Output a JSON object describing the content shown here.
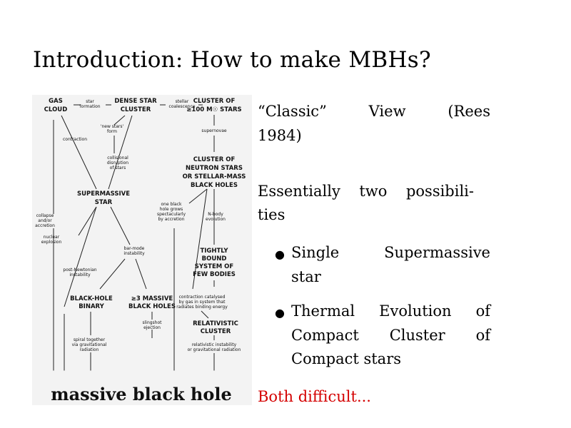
{
  "slide": {
    "title": "Introduction: How to make MBHs?",
    "right": {
      "para1": [
        "“Classic”  View  (Rees",
        "1984)"
      ],
      "para2": [
        "Essentially two possibili-",
        "ties"
      ],
      "bullets": [
        {
          "lines": [
            "Single  Supermassive",
            "star"
          ]
        },
        {
          "lines": [
            "Thermal Evolution of",
            "Compact  Cluster  of",
            "Compact stars"
          ]
        }
      ],
      "conclusion": "Both difficult...",
      "conclusion_color": "#d40000"
    },
    "diagram": {
      "gas_cloud": [
        "GAS",
        "CLOUD"
      ],
      "star_formation": [
        "star",
        "formation"
      ],
      "dense_cluster": [
        "DENSE STAR",
        "CLUSTER"
      ],
      "stellar_coalescence": [
        "stellar",
        "coalescence"
      ],
      "cluster_100": [
        "CLUSTER OF",
        "≥100 M☉ STARS"
      ],
      "supernovae": "supernovae",
      "new_stars": [
        "'new stars'",
        "form"
      ],
      "contraction": "contraction",
      "collisional": [
        "collisional",
        "disruption",
        "of stars"
      ],
      "neutron_cluster": [
        "CLUSTER OF",
        "NEUTRON STARS",
        "OR STELLAR-MASS",
        "BLACK HOLES"
      ],
      "supermassive": [
        "SUPERMASSIVE",
        "STAR"
      ],
      "one_bh": [
        "one black",
        "hole grows",
        "spectacularly",
        "by accretion"
      ],
      "nbody": [
        "N-body",
        "evolution"
      ],
      "collapse": [
        "collapse",
        "and/or",
        "accretion"
      ],
      "nuclear": [
        "nuclear",
        "explosion"
      ],
      "barmode": [
        "bar-mode",
        "instability"
      ],
      "tightly": [
        "TIGHTLY",
        "BOUND",
        "SYSTEM OF",
        "FEW BODIES"
      ],
      "post_newtonian": [
        "post-Newtonian",
        "instability"
      ],
      "bh_binary": [
        "BLACK-HOLE",
        "BINARY"
      ],
      "three_bh": [
        "≥3 MASSIVE",
        "BLACK HOLES"
      ],
      "contraction_gas": [
        "contraction catalysed",
        "by gas in system that",
        "radiates binding energy"
      ],
      "slingshot": [
        "slingshot",
        "ejection"
      ],
      "relativistic": [
        "RELATIVISTIC",
        "CLUSTER"
      ],
      "spiral": [
        "spiral together",
        "via gravitational",
        "radiation"
      ],
      "rel_instab": [
        "relativistic instability",
        "or gravitational radiation"
      ],
      "massive_bh": "massive  black  hole"
    }
  }
}
